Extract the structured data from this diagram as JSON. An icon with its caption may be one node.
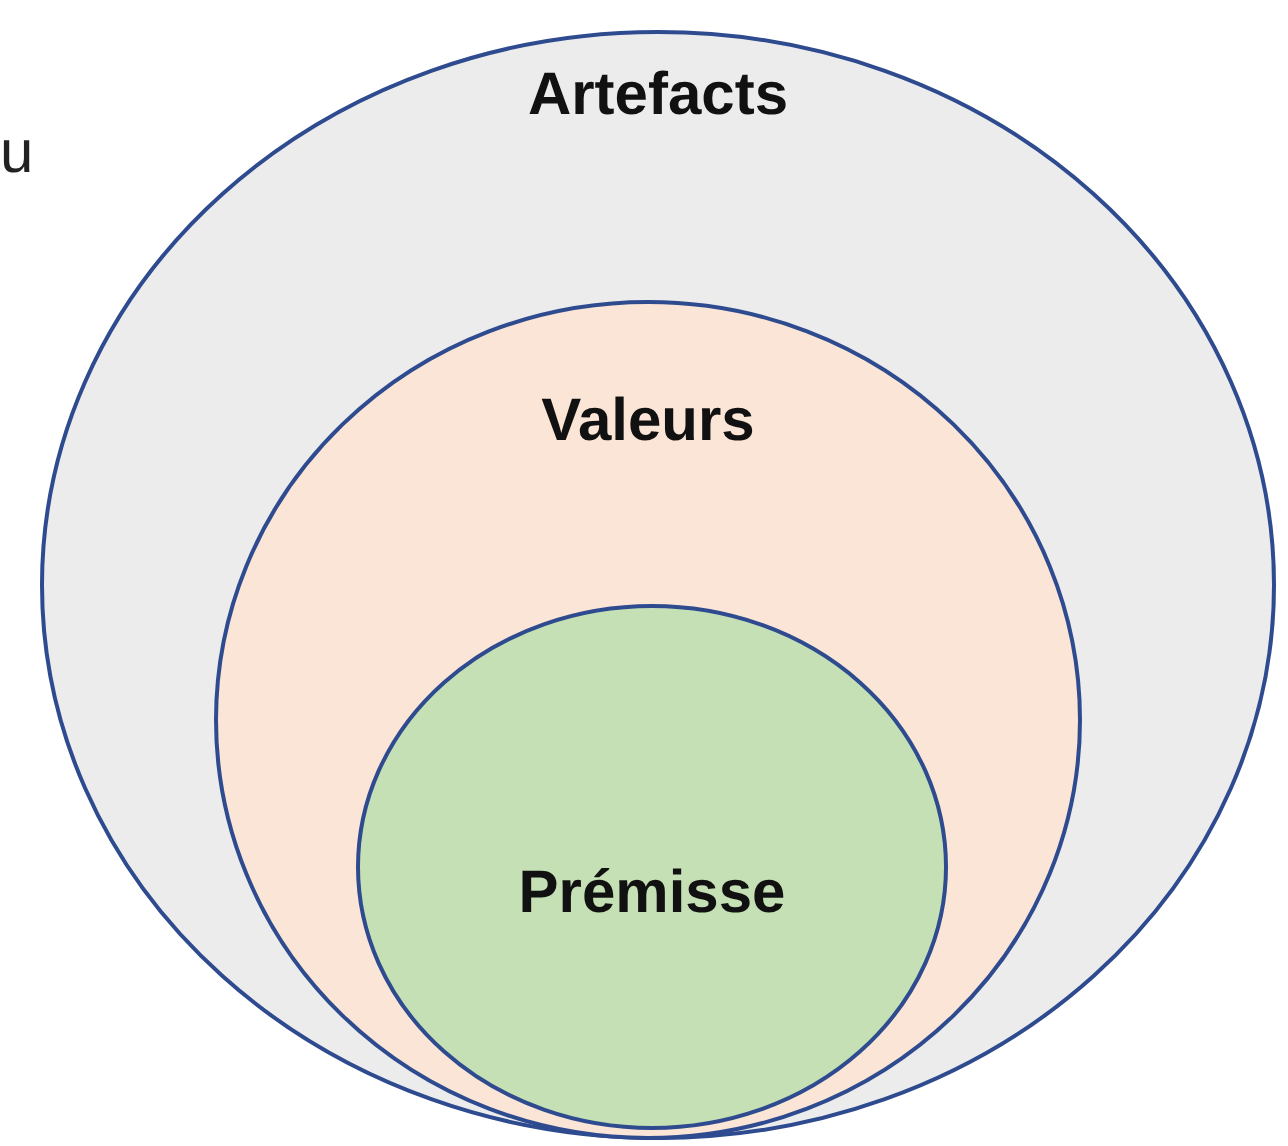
{
  "diagram": {
    "nodes": [
      {
        "text": [
          "Artefacts"
        ]
      },
      {
        "text": [
          "Valeurs"
        ],
        "in": 0
      },
      {
        "text": [
          "Prémisse"
        ],
        "in": 1
      }
    ],
    "labels": [
      "u"
    ]
  }
}
